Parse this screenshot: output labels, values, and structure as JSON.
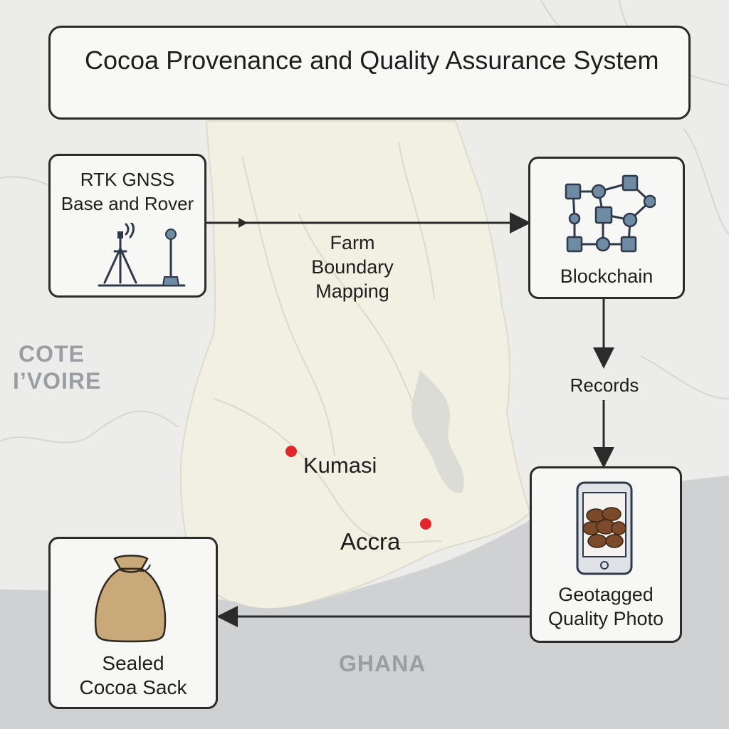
{
  "title": "Cocoa Provenance and Quality Assurance System",
  "nodes": {
    "gnss": {
      "line1": "RTK GNSS",
      "line2": "Base and Rover",
      "icon": "gnss-tripod-icon"
    },
    "blockchain": {
      "label": "Blockchain",
      "icon": "blockchain-network-icon"
    },
    "photo": {
      "line1": "Geotagged",
      "line2": "Quality Photo",
      "icon": "smartphone-cocoa-beans-icon"
    },
    "sack": {
      "line1": "Sealed",
      "line2": "Cocoa Sack",
      "icon": "cocoa-sack-icon"
    }
  },
  "flows": {
    "mapping": {
      "line1": "Farm",
      "line2": "Boundary",
      "line3": "Mapping"
    },
    "records": "Records"
  },
  "map": {
    "cities": [
      {
        "name": "Kumasi"
      },
      {
        "name": "Accra"
      }
    ],
    "countries": {
      "west_line1": "COTE",
      "west_line2": "I’VOIRE",
      "center": "GHANA"
    },
    "colors": {
      "land": "#f2f0e2",
      "neighbor": "#ececea",
      "sea": "#cfd1d3",
      "city_dot": "#e0262b",
      "outline": "#2b2b2b"
    }
  }
}
